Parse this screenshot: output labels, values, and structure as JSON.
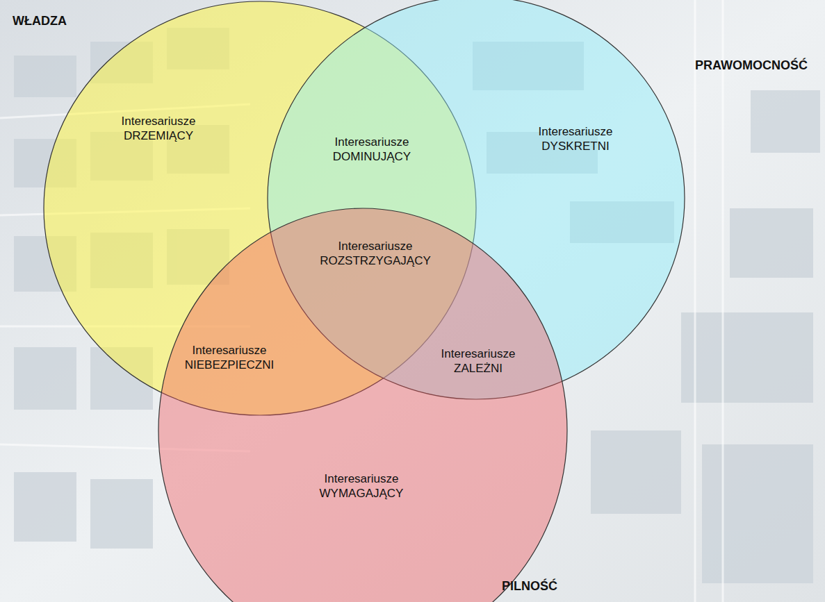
{
  "diagram": {
    "nodes": [
      {
        "text": [
          "WŁADZA"
        ]
      },
      {
        "text": [
          "PRAWOMOCNOŚĆ"
        ]
      },
      {
        "text": [
          "PILNOŚĆ"
        ]
      }
    ],
    "labels": [
      "Interesariusze DRZEMIĄCY",
      "Interesariusze DOMINUJĄCY",
      "Interesariusze DYSKRETNI",
      "Interesariusze ROZSTRZYGAJĄCY",
      "Interesariusze NIEBEZPIECZNI",
      "Interesariusze ZALEŻNI",
      "Interesariusze WYMAGAJĄCY"
    ]
  }
}
